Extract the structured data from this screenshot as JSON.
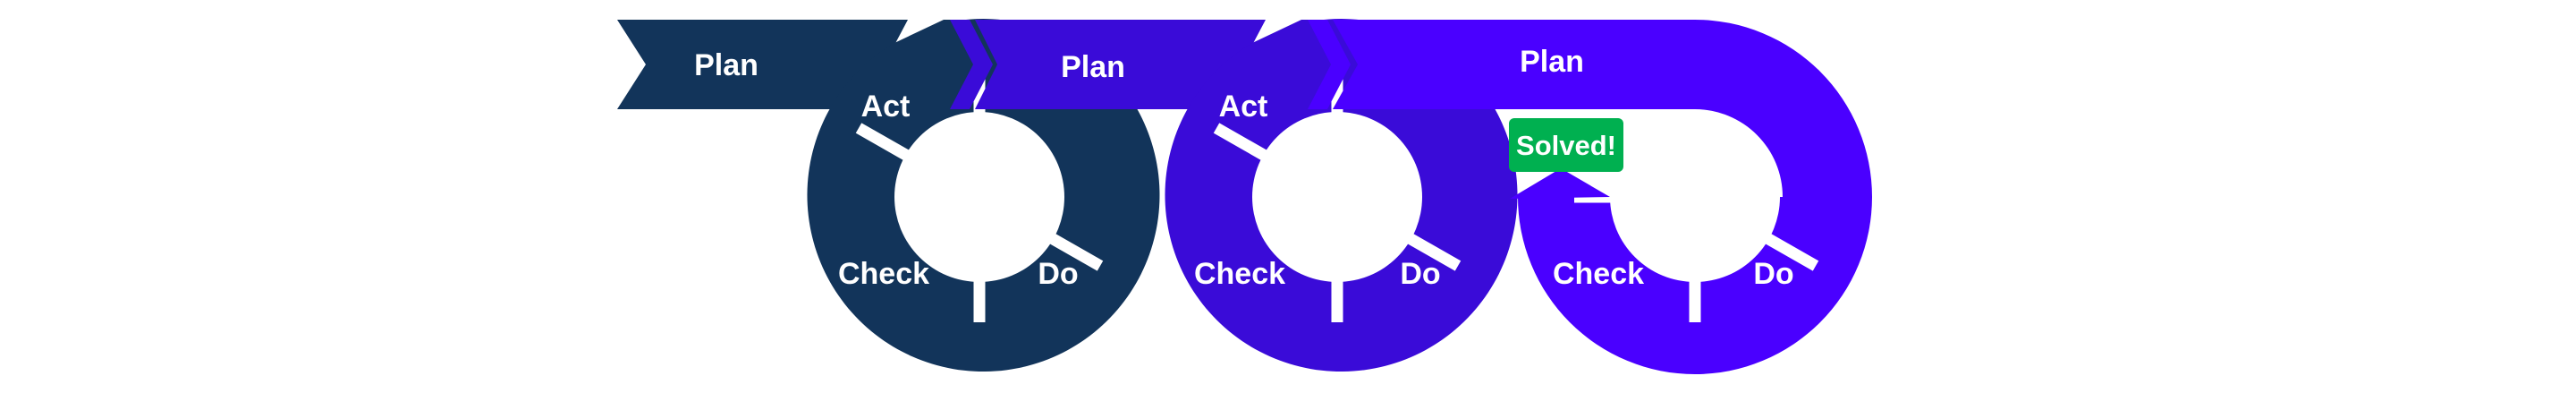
{
  "diagram": {
    "cycles": [
      {
        "plan_label": "Plan",
        "act_label": "Act",
        "check_label": "Check",
        "do_label": "Do",
        "color": "#12345A"
      },
      {
        "plan_label": "Plan",
        "act_label": "Act",
        "check_label": "Check",
        "do_label": "Do",
        "color": "#3A0BD8"
      },
      {
        "plan_label": "Plan",
        "check_label": "Check",
        "do_label": "Do",
        "color": "#4A00FF"
      }
    ],
    "badge": {
      "label": "Solved!",
      "color": "#00B050"
    }
  }
}
